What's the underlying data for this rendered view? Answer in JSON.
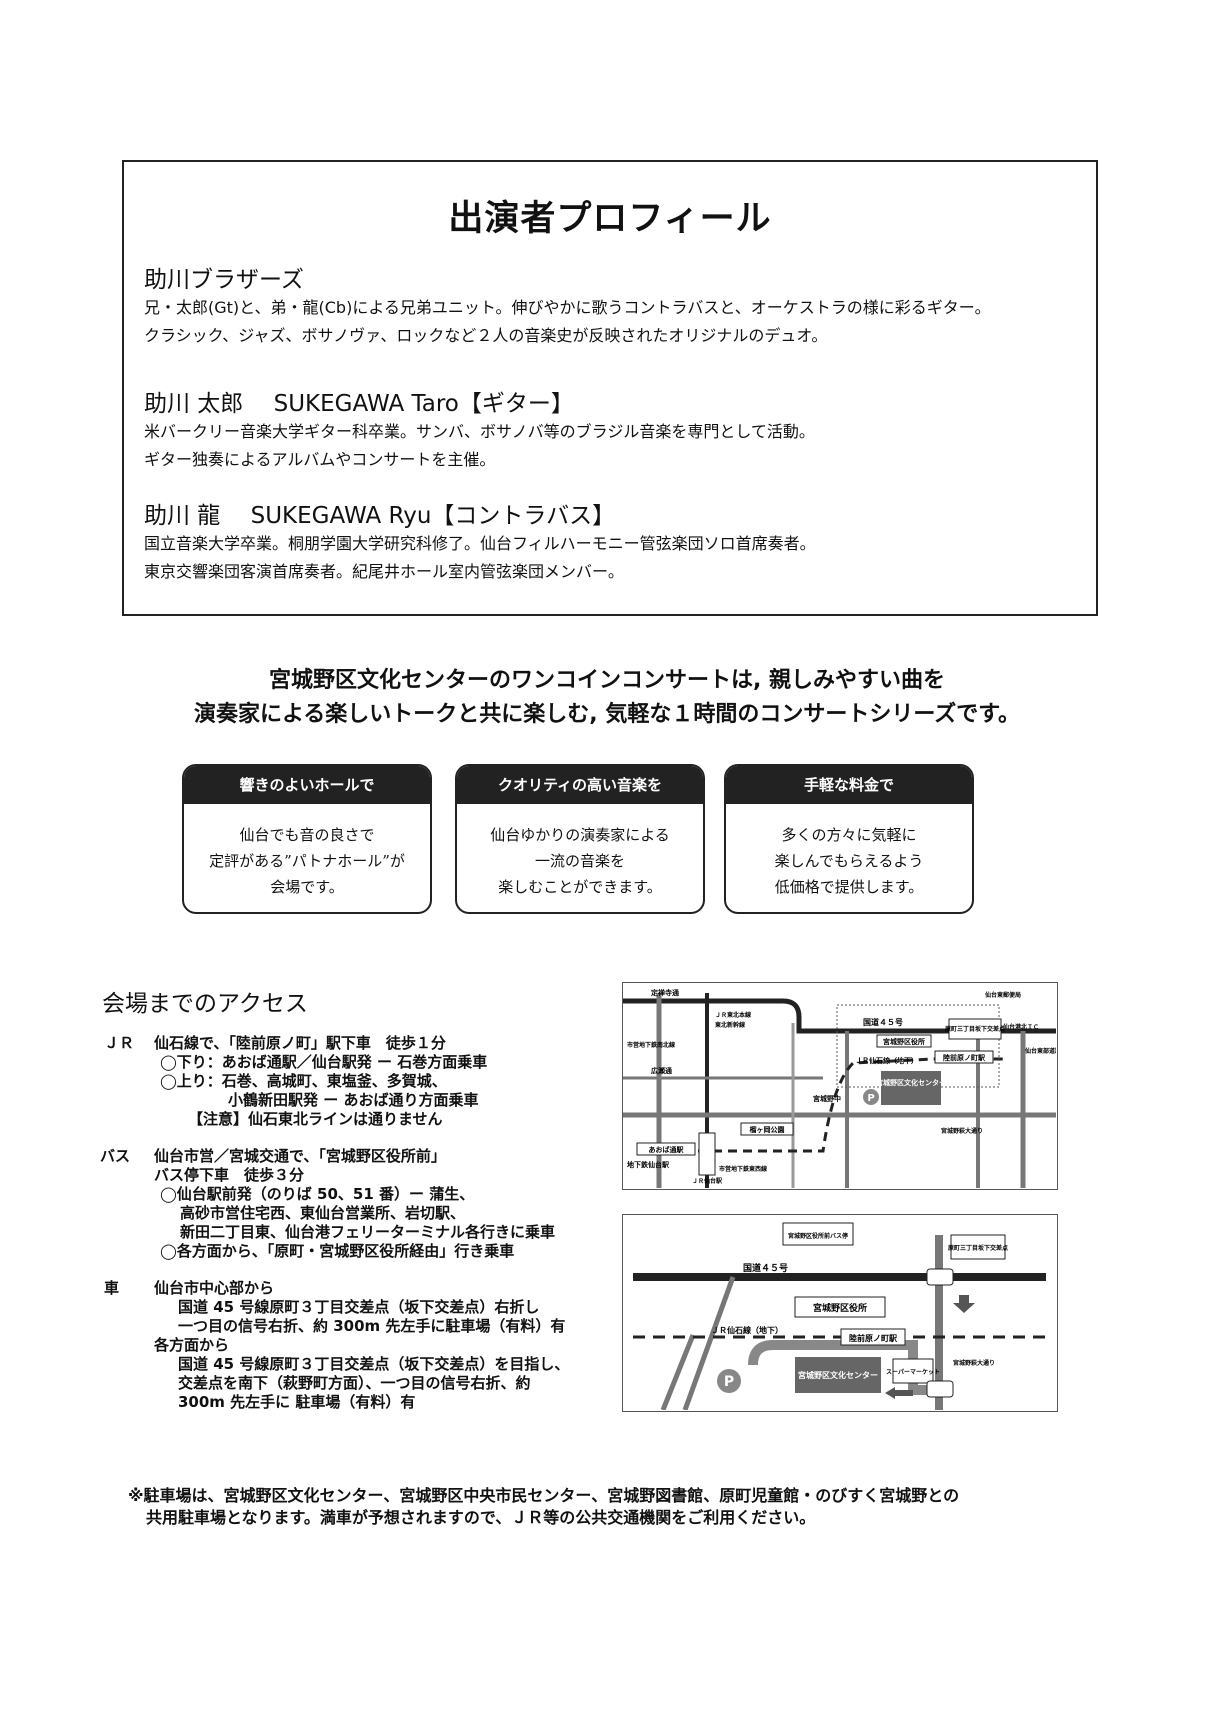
{
  "profile": {
    "title": "出演者プロフィール",
    "group_name": "助川ブラザーズ",
    "group_lines": [
      "兄・太郎(Gt)と、弟・龍(Cb)による兄弟ユニット。伸びやかに歌うコントラバスと、オーケストラの様に彩るギター。",
      "クラシック、ジャズ、ボサノヴァ、ロックなど２人の音楽史が反映されたオリジナルのデュオ。"
    ],
    "taro_name": "助川 太郎　 SUKEGAWA Taro【ギター】",
    "taro_lines": [
      "米バークリー音楽大学ギター科卒業。サンバ、ボサノバ等のブラジル音楽を専門として活動。",
      "ギター独奏によるアルバムやコンサートを主催。"
    ],
    "ryu_name": "助川 龍　 SUKEGAWA Ryu【コントラバス】",
    "ryu_lines": [
      "国立音楽大学卒業。桐朋学園大学研究科修了。仙台フィルハーモニー管弦楽団ソロ首席奏者。",
      "東京交響楽団客演首席奏者。紀尾井ホール室内管弦楽団メンバー。"
    ]
  },
  "intro": {
    "line1": "宮城野区文化センターのワンコインコンサートは, 親しみやすい曲を",
    "line2": "演奏家による楽しいトークと共に楽しむ, 気軽な１時間のコンサートシリーズです。"
  },
  "features": [
    {
      "title": "響きのよいホールで",
      "lines": [
        "仙台でも音の良さで",
        "定評がある”パトナホール”が",
        "会場です。"
      ]
    },
    {
      "title": "クオリティの高い音楽を",
      "lines": [
        "仙台ゆかりの演奏家による",
        "一流の音楽を",
        "楽しむことができます。"
      ]
    },
    {
      "title": "手軽な料金で",
      "lines": [
        "多くの方々に気軽に",
        "楽しんでもらえるよう",
        "低価格で提供します。"
      ]
    }
  ],
  "access": {
    "title": "会場までのアクセス",
    "jr": {
      "label": "ＪＲ",
      "lines": [
        "仙石線で、「陸前原ノ町」駅下車　徒歩１分",
        "◯下り：あおば通駅／仙台駅発 ー 石巻方面乗車",
        "◯上り：石巻、高城町、東塩釜、多賀城、",
        "小鶴新田駅発 ー あおば通り方面乗車",
        "【注意】仙石東北ラインは通りません"
      ]
    },
    "bus": {
      "label": "バス",
      "lines": [
        "仙台市営／宮城交通で、「宮城野区役所前」",
        "バス停下車　徒歩３分",
        "◯仙台駅前発（のりば 50、51 番）ー 蒲生、",
        "高砂市営住宅西、東仙台営業所、岩切駅、",
        "新田二丁目東、仙台港フェリーターミナル各行きに乗車",
        "◯各方面から、「原町・宮城野区役所経由」行き乗車"
      ]
    },
    "car": {
      "label": "車",
      "lines": [
        "仙台市中心部から",
        "国道 45 号線原町３丁目交差点（坂下交差点）右折し",
        "一つ目の信号右折、約 300m 先左手に駐車場（有料）有",
        "各方面から",
        "国道 45 号線原町３丁目交差点（坂下交差点）を目指し、",
        "交差点を南下（萩野町方面）、一つ目の信号右折、約",
        "300m 先左手に 駐車場（有料）有"
      ]
    }
  },
  "map1": {
    "jozenji": "定禅寺通",
    "hirose": "広瀬通",
    "kokudo": "国道４５号",
    "kuyakusho": "宮城野区役所",
    "rikuzen": "陸前原ノ町駅",
    "jr_senseki": "ＪＲ仙石線（地下）",
    "center": "宮城野区文化センター",
    "sendai_higashi_yubin": "仙台東郵便局",
    "harano_sanchome": "原町三丁目坂下交差点",
    "sendaiko_ic": "仙台港北ＩＣ",
    "tobu_doro": "仙台東部道路",
    "hagino_odori": "宮城野萩大通り",
    "kokubunji": "宮城野中",
    "tsutsujigaoka": "榴ヶ岡公園",
    "aoba_st": "あおば通駅",
    "jr_sendai": "ＪＲ仙台駅",
    "subway_sendai": "地下鉄仙台駅",
    "nanboku": "市営地下鉄南北線",
    "tozai": "市営地下鉄東西線",
    "shinkansen": "ＪＲ東北本線",
    "tohoku_shinkansen": "東北新幹線"
  },
  "map2": {
    "bus_stop": "宮城野区役所前バス停",
    "harano_sanchome": "原町三丁目坂下交差点",
    "kokudo": "国道４５号",
    "kuyakusho": "宮城野区役所",
    "jr_senseki": "ＪＲ仙石線（地下）",
    "rikuzen": "陸前原ノ町駅",
    "center": "宮城野区文化センター",
    "super": "スーパーマーケット",
    "hagino_odori": "宮城野萩大通り"
  },
  "note": {
    "line1": "※駐車場は、宮城野区文化センター、宮城野区中央市民センター、宮城野図書館、原町児童館・のびすく宮城野との",
    "line2": "共用駐車場となります。満車が予想されますので、ＪＲ等の公共交通機関をご利用ください。"
  }
}
